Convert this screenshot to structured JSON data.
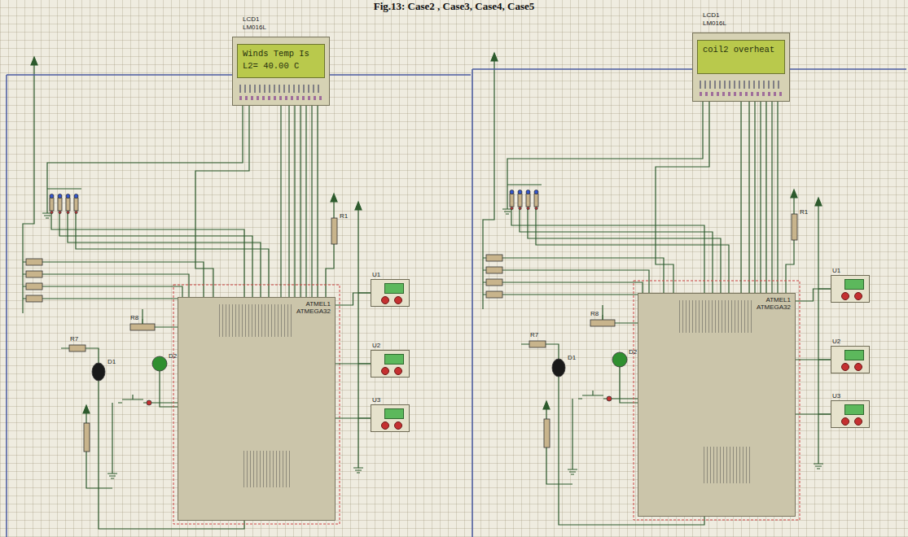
{
  "diagram": {
    "caption": "Fig.13: Case2 , Case3, Case4, Case5",
    "nodes": [
      {
        "text": [
          "Winds Temp Is",
          "L2= 40.00 C"
        ]
      },
      {
        "text": [
          "ATMEL1",
          "ATMEGA32"
        ]
      },
      {
        "text": [
          "U1"
        ]
      },
      {
        "text": [
          "U2"
        ]
      },
      {
        "text": [
          "U3"
        ]
      },
      {
        "text": [
          "coil2 overheat"
        ]
      },
      {
        "text": [
          "ATMEL1",
          "ATMEGA32"
        ]
      },
      {
        "text": [
          "U1"
        ]
      },
      {
        "text": [
          "U2"
        ]
      },
      {
        "text": [
          "U3"
        ]
      }
    ],
    "edges": [
      {
        "from": 1,
        "to": 0,
        "arrow": "none"
      },
      {
        "from": 1,
        "to": 2,
        "arrow": "none"
      },
      {
        "from": 1,
        "to": 3,
        "arrow": "none"
      },
      {
        "from": 1,
        "to": 4,
        "arrow": "none"
      },
      {
        "from": 6,
        "to": 5,
        "arrow": "none"
      },
      {
        "from": 6,
        "to": 7,
        "arrow": "none"
      },
      {
        "from": 6,
        "to": 8,
        "arrow": "none"
      },
      {
        "from": 6,
        "to": 9,
        "arrow": "none"
      }
    ],
    "labels": [
      "LCD1",
      "LM016L",
      "R1",
      "R7",
      "R8",
      "D1",
      "D2",
      "LCD1",
      "LM016L",
      "R1",
      "R7",
      "R8",
      "D1",
      "D2"
    ]
  }
}
